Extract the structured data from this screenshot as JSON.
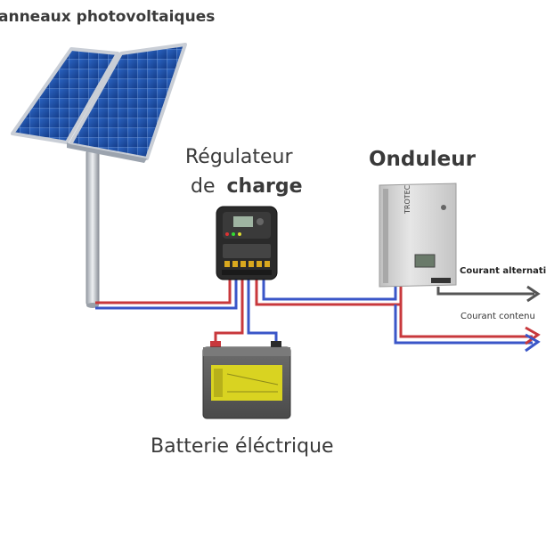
{
  "labels": {
    "panels": "anneaux photovoltaiques",
    "regulator_line1": "Régulateur",
    "regulator_line2_prefix": "de",
    "regulator_line2_bold": "charge",
    "inverter": "Onduleur",
    "battery": "Batterie éléctrique",
    "ac_output": "Courant alternati",
    "dc_output": "Courant contenu",
    "inverter_brand": "TROTEC"
  },
  "colors": {
    "wire_red": "#c8383c",
    "wire_blue": "#3a56c8",
    "panel_cell": "#1f4fa8",
    "panel_frame": "#c9ced6",
    "inverter_body": "#d8d8d8",
    "battery_body": "#5b5b5b",
    "battery_label": "#d9d321",
    "regulator_body": "#2a2a2a",
    "ac_wire": "#555555"
  }
}
